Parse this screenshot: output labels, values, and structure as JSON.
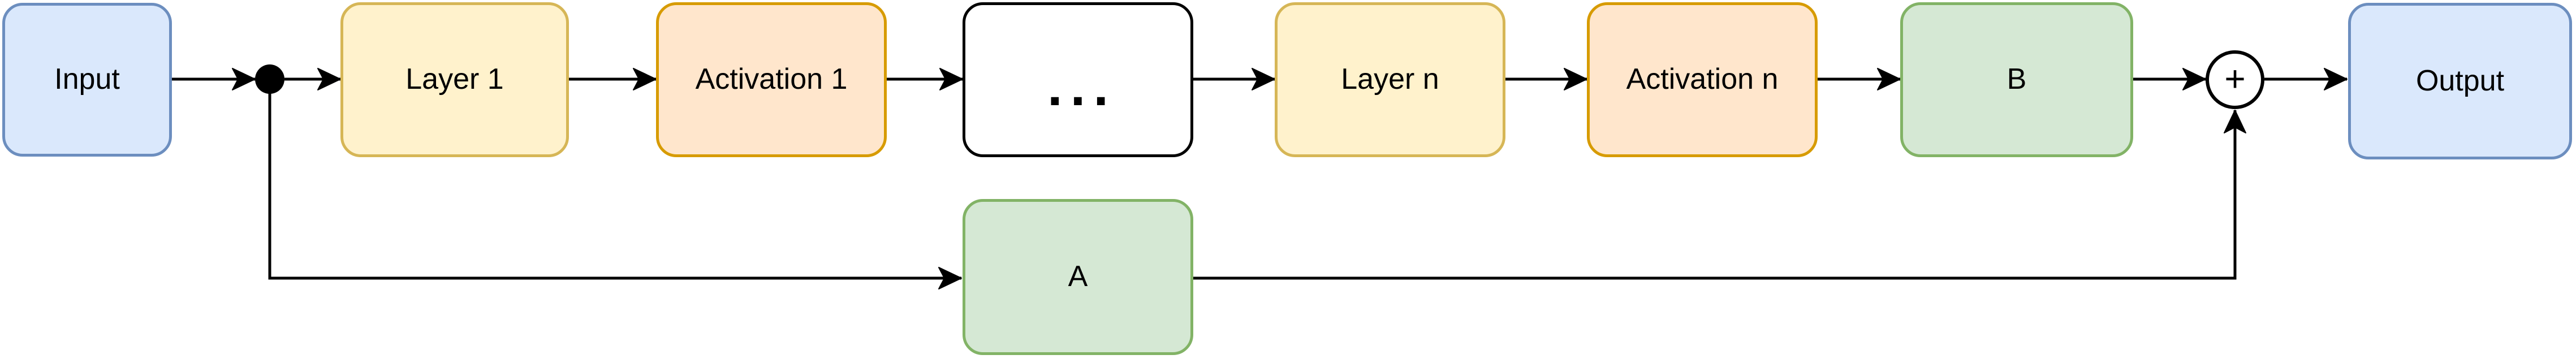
{
  "diagram": {
    "type": "neural-network-flow-diagram",
    "nodes": {
      "input": {
        "label": "Input"
      },
      "layer1": {
        "label": "Layer 1"
      },
      "activation1": {
        "label": "Activation 1"
      },
      "ellipsis": {
        "label": "..."
      },
      "layerN": {
        "label": "Layer n"
      },
      "activationN": {
        "label": "Activation n"
      },
      "b": {
        "label": "B"
      },
      "sum": {
        "label": "+"
      },
      "output": {
        "label": "Output"
      },
      "a": {
        "label": "A"
      }
    },
    "edges": [
      {
        "from": "input",
        "to": "junction"
      },
      {
        "from": "junction",
        "to": "layer1"
      },
      {
        "from": "layer1",
        "to": "activation1"
      },
      {
        "from": "activation1",
        "to": "ellipsis"
      },
      {
        "from": "ellipsis",
        "to": "layerN"
      },
      {
        "from": "layerN",
        "to": "activationN"
      },
      {
        "from": "activationN",
        "to": "b"
      },
      {
        "from": "b",
        "to": "sum"
      },
      {
        "from": "sum",
        "to": "output"
      },
      {
        "from": "junction",
        "to": "a"
      },
      {
        "from": "a",
        "to": "sum"
      }
    ],
    "palette": {
      "blue": {
        "fill": "#dae8fc",
        "stroke": "#6c8ebf"
      },
      "yellow": {
        "fill": "#fff2cc",
        "stroke": "#d6b656"
      },
      "orange": {
        "fill": "#ffe6cc",
        "stroke": "#d79b00"
      },
      "green": {
        "fill": "#d5e8d4",
        "stroke": "#82b366"
      },
      "plain": {
        "fill": "#ffffff",
        "stroke": "#000000"
      }
    },
    "line_color": "#000000"
  }
}
